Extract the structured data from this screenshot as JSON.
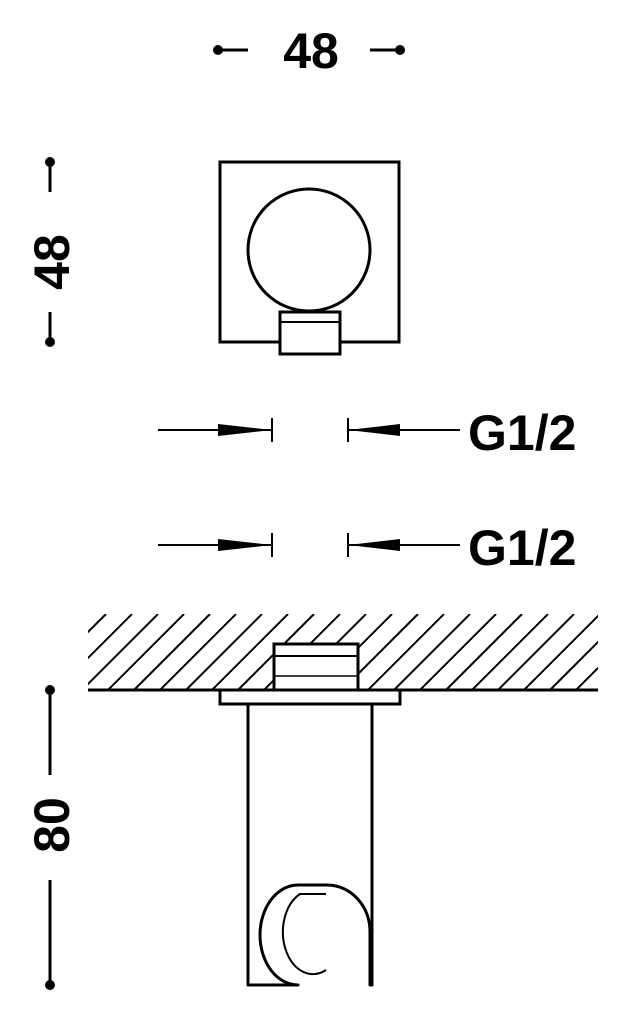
{
  "colors": {
    "line": "#000000",
    "background": "#ffffff"
  },
  "dimensions": {
    "top_width": "48",
    "side_height": "48",
    "bottom_height": "80"
  },
  "threads": {
    "upper_label": "G1/2",
    "lower_label": "G1/2"
  }
}
